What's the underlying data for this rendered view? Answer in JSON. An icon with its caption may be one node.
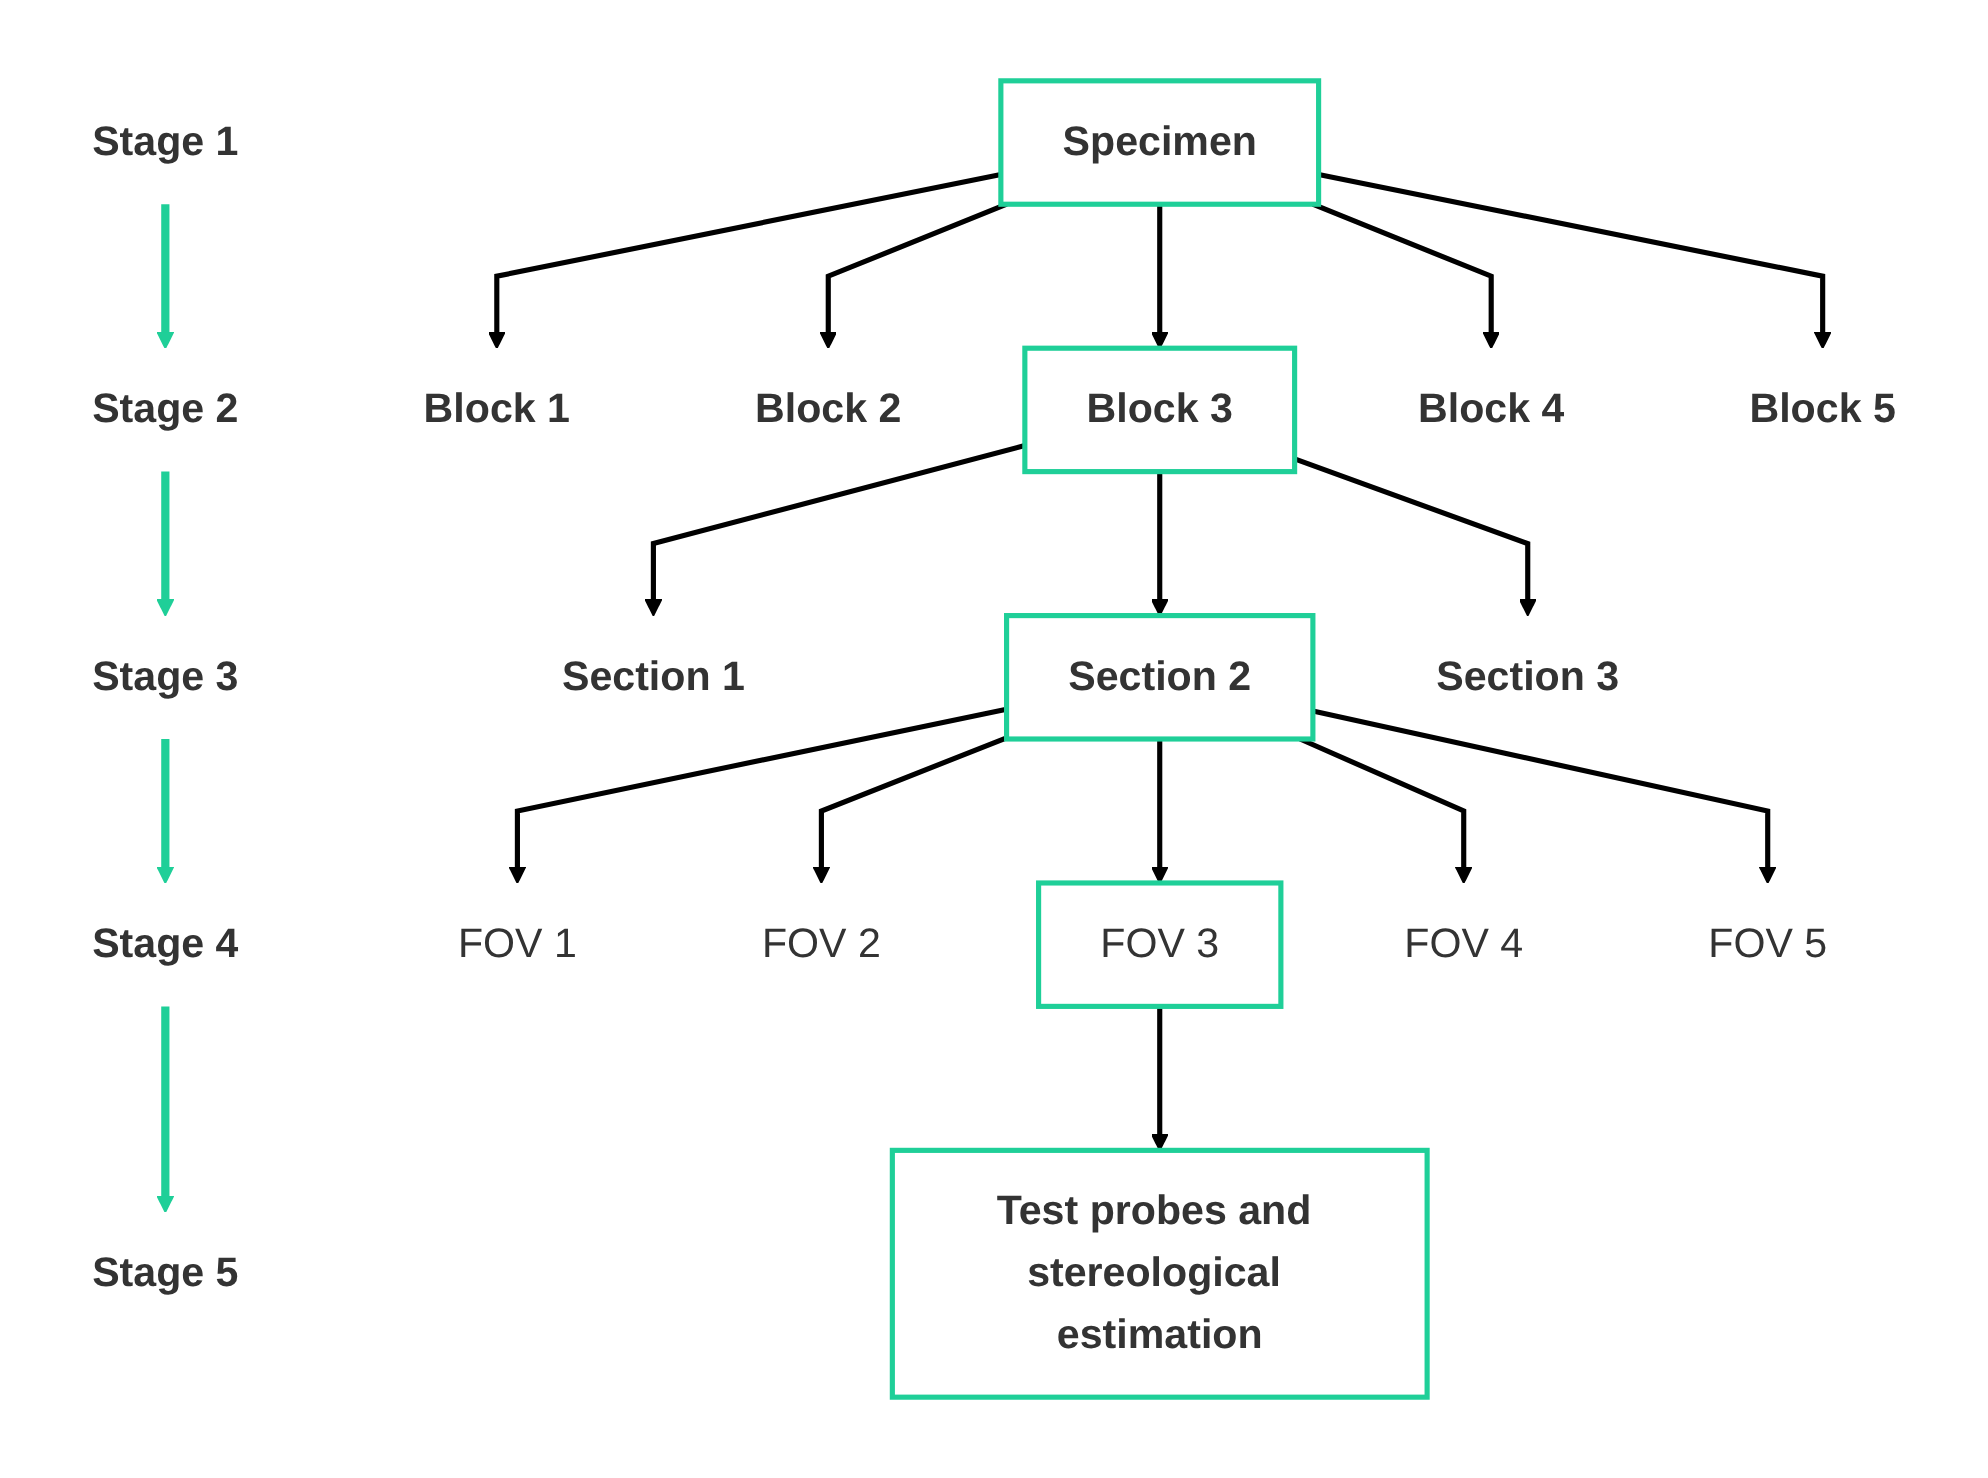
{
  "diagram": {
    "nodes": [
      {
        "text": [
          "Stage 1"
        ]
      },
      {
        "text": [
          "Specimen"
        ]
      },
      {
        "text": [
          "Stage 2"
        ]
      },
      {
        "text": [
          "Block 1"
        ]
      },
      {
        "text": [
          "Block 2"
        ]
      },
      {
        "text": [
          "Block 3"
        ]
      },
      {
        "text": [
          "Block 4"
        ]
      },
      {
        "text": [
          "Block 5"
        ]
      },
      {
        "text": [
          "Stage 3"
        ]
      },
      {
        "text": [
          "Section 1"
        ]
      },
      {
        "text": [
          "Section 2"
        ]
      },
      {
        "text": [
          "Section 3"
        ]
      },
      {
        "text": [
          "Stage 4"
        ]
      },
      {
        "text": [
          "FOV 1"
        ]
      },
      {
        "text": [
          "FOV 2"
        ]
      },
      {
        "text": [
          "FOV 3"
        ]
      },
      {
        "text": [
          "FOV 4"
        ]
      },
      {
        "text": [
          "FOV 5"
        ]
      },
      {
        "text": [
          "Stage 5"
        ]
      },
      {
        "text": [
          "Test probes and stereological estimation"
        ]
      }
    ],
    "edges": [
      {
        "from": 0,
        "to": 2,
        "arrow": "to",
        "color": "#1fcf98"
      },
      {
        "from": 1,
        "to": 3,
        "arrow": "to"
      },
      {
        "from": 1,
        "to": 4,
        "arrow": "to"
      },
      {
        "from": 1,
        "to": 5,
        "arrow": "to"
      },
      {
        "from": 1,
        "to": 6,
        "arrow": "to"
      },
      {
        "from": 1,
        "to": 7,
        "arrow": "to"
      },
      {
        "from": 2,
        "to": 8,
        "arrow": "to",
        "color": "#1fcf98"
      },
      {
        "from": 5,
        "to": 9,
        "arrow": "to"
      },
      {
        "from": 5,
        "to": 10,
        "arrow": "to"
      },
      {
        "from": 5,
        "to": 11,
        "arrow": "to"
      },
      {
        "from": 8,
        "to": 12,
        "arrow": "to",
        "color": "#1fcf98"
      },
      {
        "from": 10,
        "to": 13,
        "arrow": "to"
      },
      {
        "from": 10,
        "to": 14,
        "arrow": "to"
      },
      {
        "from": 10,
        "to": 15,
        "arrow": "to"
      },
      {
        "from": 10,
        "to": 16,
        "arrow": "to"
      },
      {
        "from": 10,
        "to": 17,
        "arrow": "to"
      },
      {
        "from": 12,
        "to": 18,
        "arrow": "to",
        "color": "#1fcf98"
      },
      {
        "from": 15,
        "to": 19,
        "arrow": "to"
      }
    ]
  }
}
